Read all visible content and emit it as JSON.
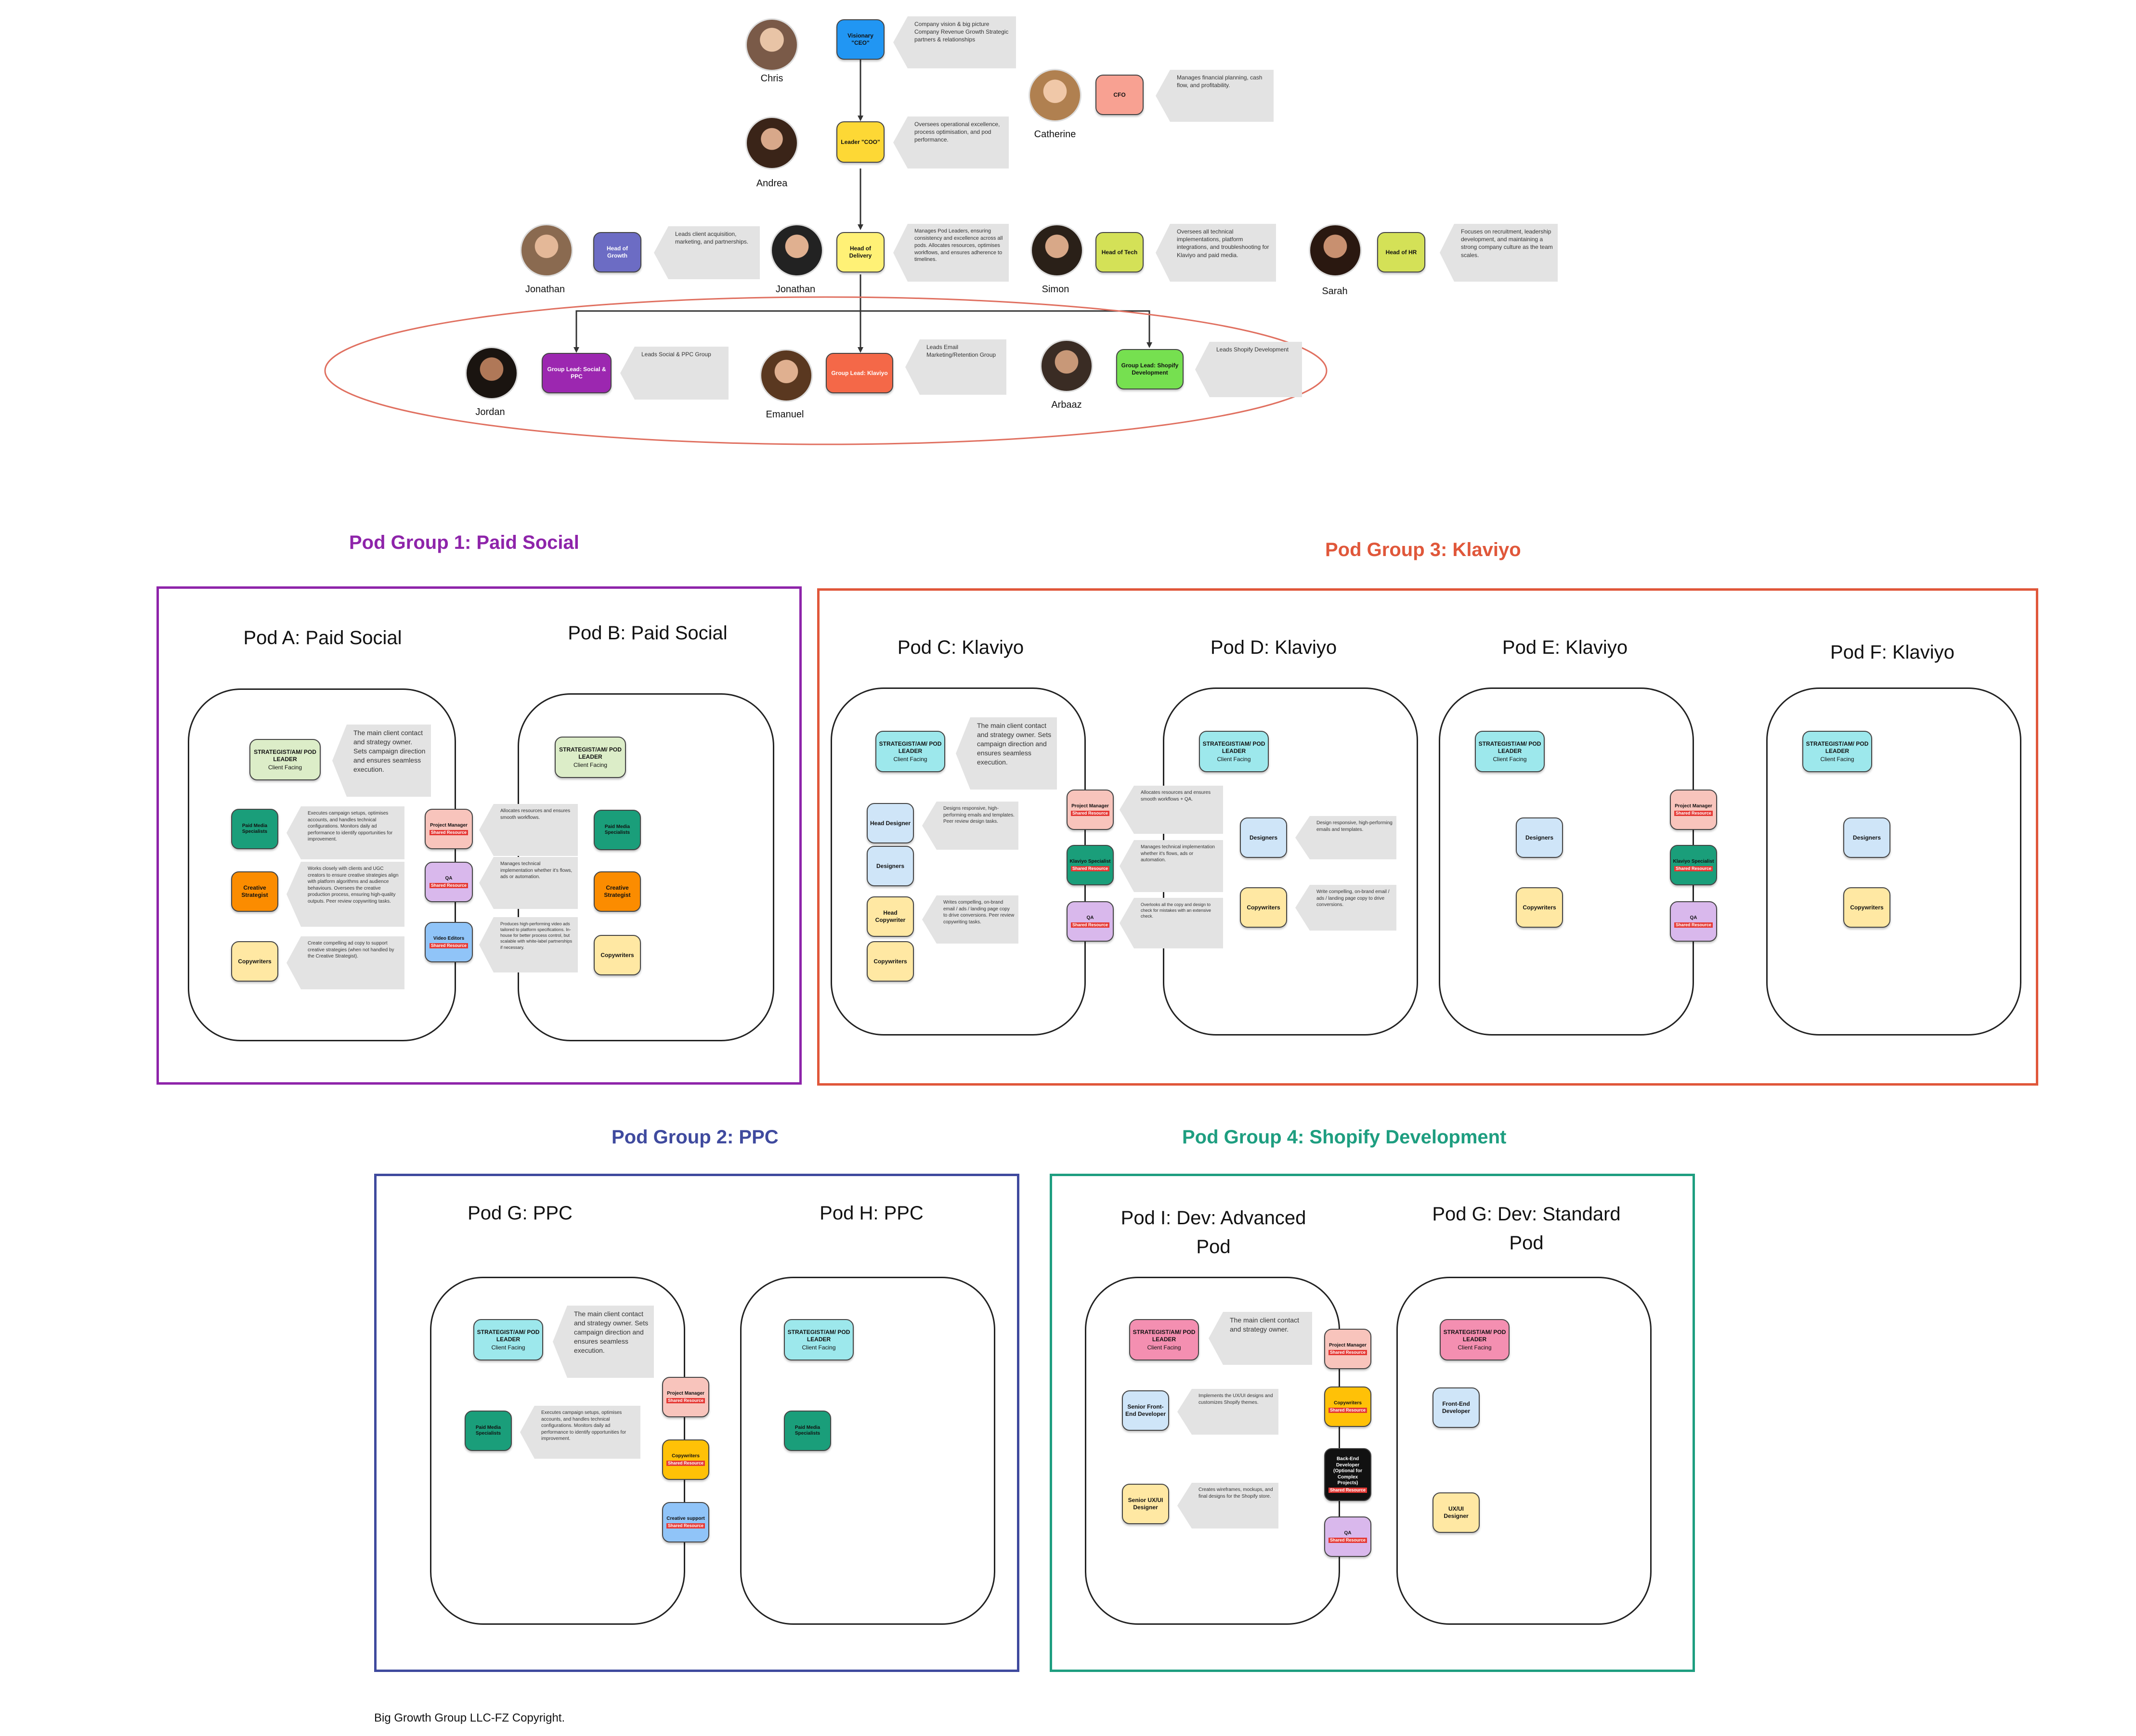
{
  "colors": {
    "ceo": "#2196f3",
    "coo": "#fdd835",
    "cfo": "#f8a192",
    "growth": "#6c6cc4",
    "delivery": "#fff176",
    "tech": "#d4e157",
    "hr": "#d4e157",
    "lead_social": "#9c27b0",
    "lead_klaviyo": "#f46848",
    "lead_shopify": "#76e050",
    "group1": "#8e24aa",
    "group2": "#3f4a9e",
    "group3": "#e0573a",
    "group4": "#1e9e80"
  },
  "org": {
    "ceo": {
      "title": "Visionary \"CEO\"",
      "desc": "Company vision & big picture Company Revenue Growth Strategic partners & relationships",
      "person": "Chris"
    },
    "coo": {
      "title": "Leader \"COO\"",
      "desc": "Oversees operational excellence, process optimisation, and pod performance.",
      "person": "Andrea"
    },
    "cfo": {
      "title": "CFO",
      "desc": "Manages financial planning, cash flow, and profitability.",
      "person": "Catherine"
    },
    "growth": {
      "title": "Head of Growth",
      "desc": "Leads client acquisition, marketing, and partnerships.",
      "person": "Jonathan"
    },
    "delivery": {
      "title": "Head of Delivery",
      "desc": "Manages Pod Leaders, ensuring consistency and excellence across all pods. Allocates resources, optimises workflows, and ensures adherence to timelines.",
      "person": "Jonathan"
    },
    "tech": {
      "title": "Head of Tech",
      "desc": "Oversees all technical implementations, platform integrations, and troubleshooting for Klaviyo and paid media.",
      "person": "Simon"
    },
    "hr": {
      "title": "Head of HR",
      "desc": "Focuses on recruitment, leadership development, and maintaining a strong company culture as the team scales.",
      "person": "Sarah"
    },
    "lead_social": {
      "title": "Group Lead: Social & PPC",
      "desc": "Leads Social & PPC Group",
      "person": "Jordan"
    },
    "lead_klaviyo": {
      "title": "Group Lead: Klaviyo",
      "desc": "Leads Email Marketing/Retention Group",
      "person": "Emanuel"
    },
    "lead_shopify": {
      "title": "Group Lead: Shopify Development",
      "desc": "Leads Shopify Development",
      "person": "Arbaaz"
    }
  },
  "common": {
    "strategist": "STRATEGIST/AM/ POD LEADER",
    "client_facing": "Client Facing",
    "shared": "Shared Resource",
    "strategist_desc": "The main client contact and strategy owner. Sets campaign direction and ensures seamless execution.",
    "strategist_desc_short": "The main client contact and strategy owner."
  },
  "groups": {
    "g1": {
      "title": "Pod Group 1: Paid Social",
      "pod_a": "Pod A: Paid Social",
      "pod_b": "Pod B: Paid Social",
      "paid_media": "Paid Media Specialists",
      "paid_media_desc": "Executes campaign setups, optimises accounts, and handles technical configurations. Monitors daily ad performance to identify opportunities for improvement.",
      "creative": "Creative Strategist",
      "creative_desc": "Works closely with clients and UGC creators to ensure creative strategies align with platform algorithms and audience behaviours. Oversees the creative production process, ensuring high-quality outputs. Peer review copywriting tasks.",
      "copywriters": "Copywriters",
      "copywriters_desc": "Create compelling ad copy to support creative strategies (when not handled by the Creative Strategist).",
      "pm": "Project Manager",
      "pm_desc": "Allocates resources and ensures smooth workflows.",
      "qa": "QA",
      "qa_desc": "Manages technical implementation whether it's flows, ads or automation.",
      "video": "Video Editors",
      "video_desc": "Produces high-performing video ads tailored to platform specifications. In-house for better process control, but scalable with white-label partnerships if necessary."
    },
    "g2": {
      "title": "Pod Group 2: PPC",
      "pod_g": "Pod G: PPC",
      "pod_h": "Pod H: PPC",
      "paid_media": "Paid Media Specialists",
      "paid_media_desc": "Executes campaign setups, optimises accounts, and handles technical configurations. Monitors daily ad performance to identify opportunities for improvement.",
      "pm": "Project Manager",
      "copywriters": "Copywriters",
      "creative_support": "Creative support"
    },
    "g3": {
      "title": "Pod Group 3: Klaviyo",
      "pod_c": "Pod C: Klaviyo",
      "pod_d": "Pod D: Klaviyo",
      "pod_e": "Pod E: Klaviyo",
      "pod_f": "Pod F: Klaviyo",
      "head_designer": "Head Designer",
      "head_designer_desc": "Designs responsive, high-performing emails and templates. Peer review design tasks.",
      "designers": "Designers",
      "designers_desc": "Design responsive, high-performing emails and templates.",
      "head_copywriter": "Head Copywriter",
      "head_copywriter_desc": "Writes compelling, on-brand email / ads / landing page copy to drive conversions. Peer review copywriting tasks.",
      "copywriters": "Copywriters",
      "copywriters_desc": "Write compelling, on-brand email / ads / landing page copy to drive conversions.",
      "pm": "Project Manager",
      "pm_desc": "Allocates resources and ensures smooth workflows + QA.",
      "tech_spec": "Klaviyo Specialist",
      "tech_desc": "Manages technical implementation whether it's flows, ads or automation.",
      "qa": "QA",
      "qa_desc": "Overlooks all the copy and design to check for mistakes with an extensive check."
    },
    "g4": {
      "title": "Pod Group 4: Shopify Development",
      "pod_i": "Pod I: Dev: Advanced Pod",
      "pod_g": "Pod G: Dev: Standard Pod",
      "senior_fe": "Senior Front-End Developer",
      "senior_fe_desc": "Implements the UX/UI designs and customizes Shopify themes.",
      "senior_ux": "Senior UX/UI Designer",
      "senior_ux_desc": "Creates wireframes, mockups, and final designs for the Shopify store.",
      "fe": "Front-End Developer",
      "ux": "UX/UI Designer",
      "pm": "Project Manager",
      "copywriters": "Copywriters",
      "backend": "Back-End Developer (Optional for Complex Projects)",
      "qa": "QA"
    }
  },
  "footer": "Big Growth Group LLC-FZ Copyright."
}
